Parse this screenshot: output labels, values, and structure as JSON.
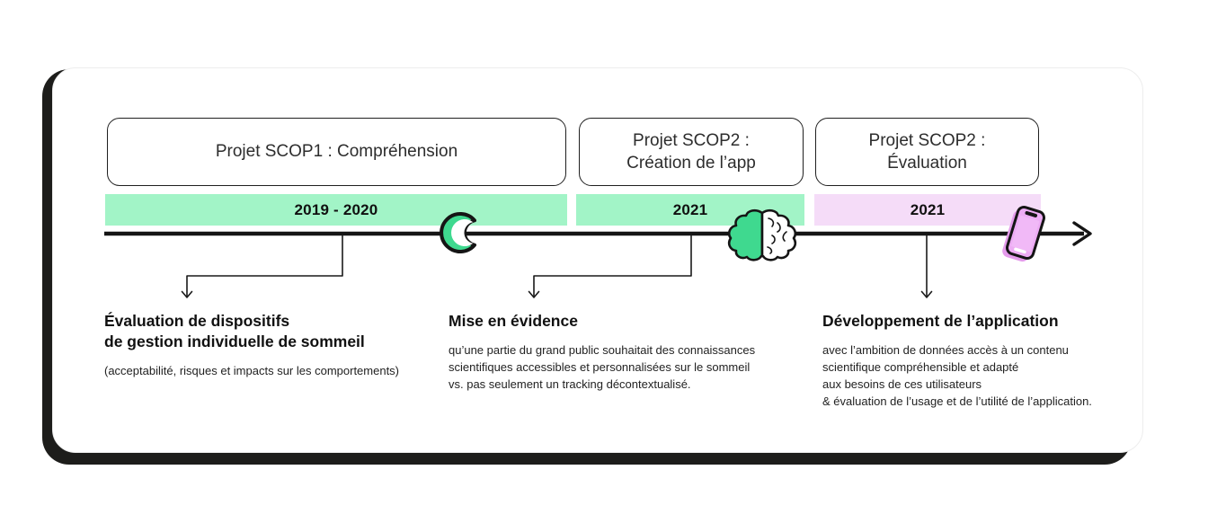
{
  "phases": [
    {
      "title_lines": [
        "Projet SCOP1 : Compréhension",
        ""
      ],
      "period": "2019 - 2020",
      "bar_color": "#A2F4C7",
      "icon": "moon-icon"
    },
    {
      "title_lines": [
        "Projet SCOP2 :",
        "Création de l’app"
      ],
      "period": "2021",
      "bar_color": "#A2F4C7",
      "icon": "brain-icon"
    },
    {
      "title_lines": [
        "Projet SCOP2 :",
        "Évaluation"
      ],
      "period": "2021",
      "bar_color": "#F5DCF8",
      "icon": "smartphone-icon"
    }
  ],
  "annotations": [
    {
      "heading_lines": [
        "Évaluation de dispositifs",
        "de gestion individuelle de sommeil"
      ],
      "body_lines": [
        "(acceptabilité, risques et impacts sur les comportements)"
      ]
    },
    {
      "heading_lines": [
        "Mise en évidence",
        ""
      ],
      "body_lines": [
        "qu’une partie du grand public souhaitait des connaissances",
        "scientifiques accessibles et personnalisées sur le sommeil",
        "vs. pas seulement un tracking décontextualisé."
      ]
    },
    {
      "heading_lines": [
        "Développement de l’application",
        ""
      ],
      "body_lines": [
        "avec l’ambition de données accès à un contenu",
        "scientifique compréhensible et adapté",
        "aux besoins de ces utilisateurs",
        "& évaluation de l’usage et de l’utilité de l’application."
      ]
    }
  ],
  "colors": {
    "accent_green": "#3FD98F",
    "bar_green": "#A2F4C7",
    "bar_pink": "#F5DCF8",
    "phone_pink": "#EDACF4",
    "ink": "#151515"
  }
}
